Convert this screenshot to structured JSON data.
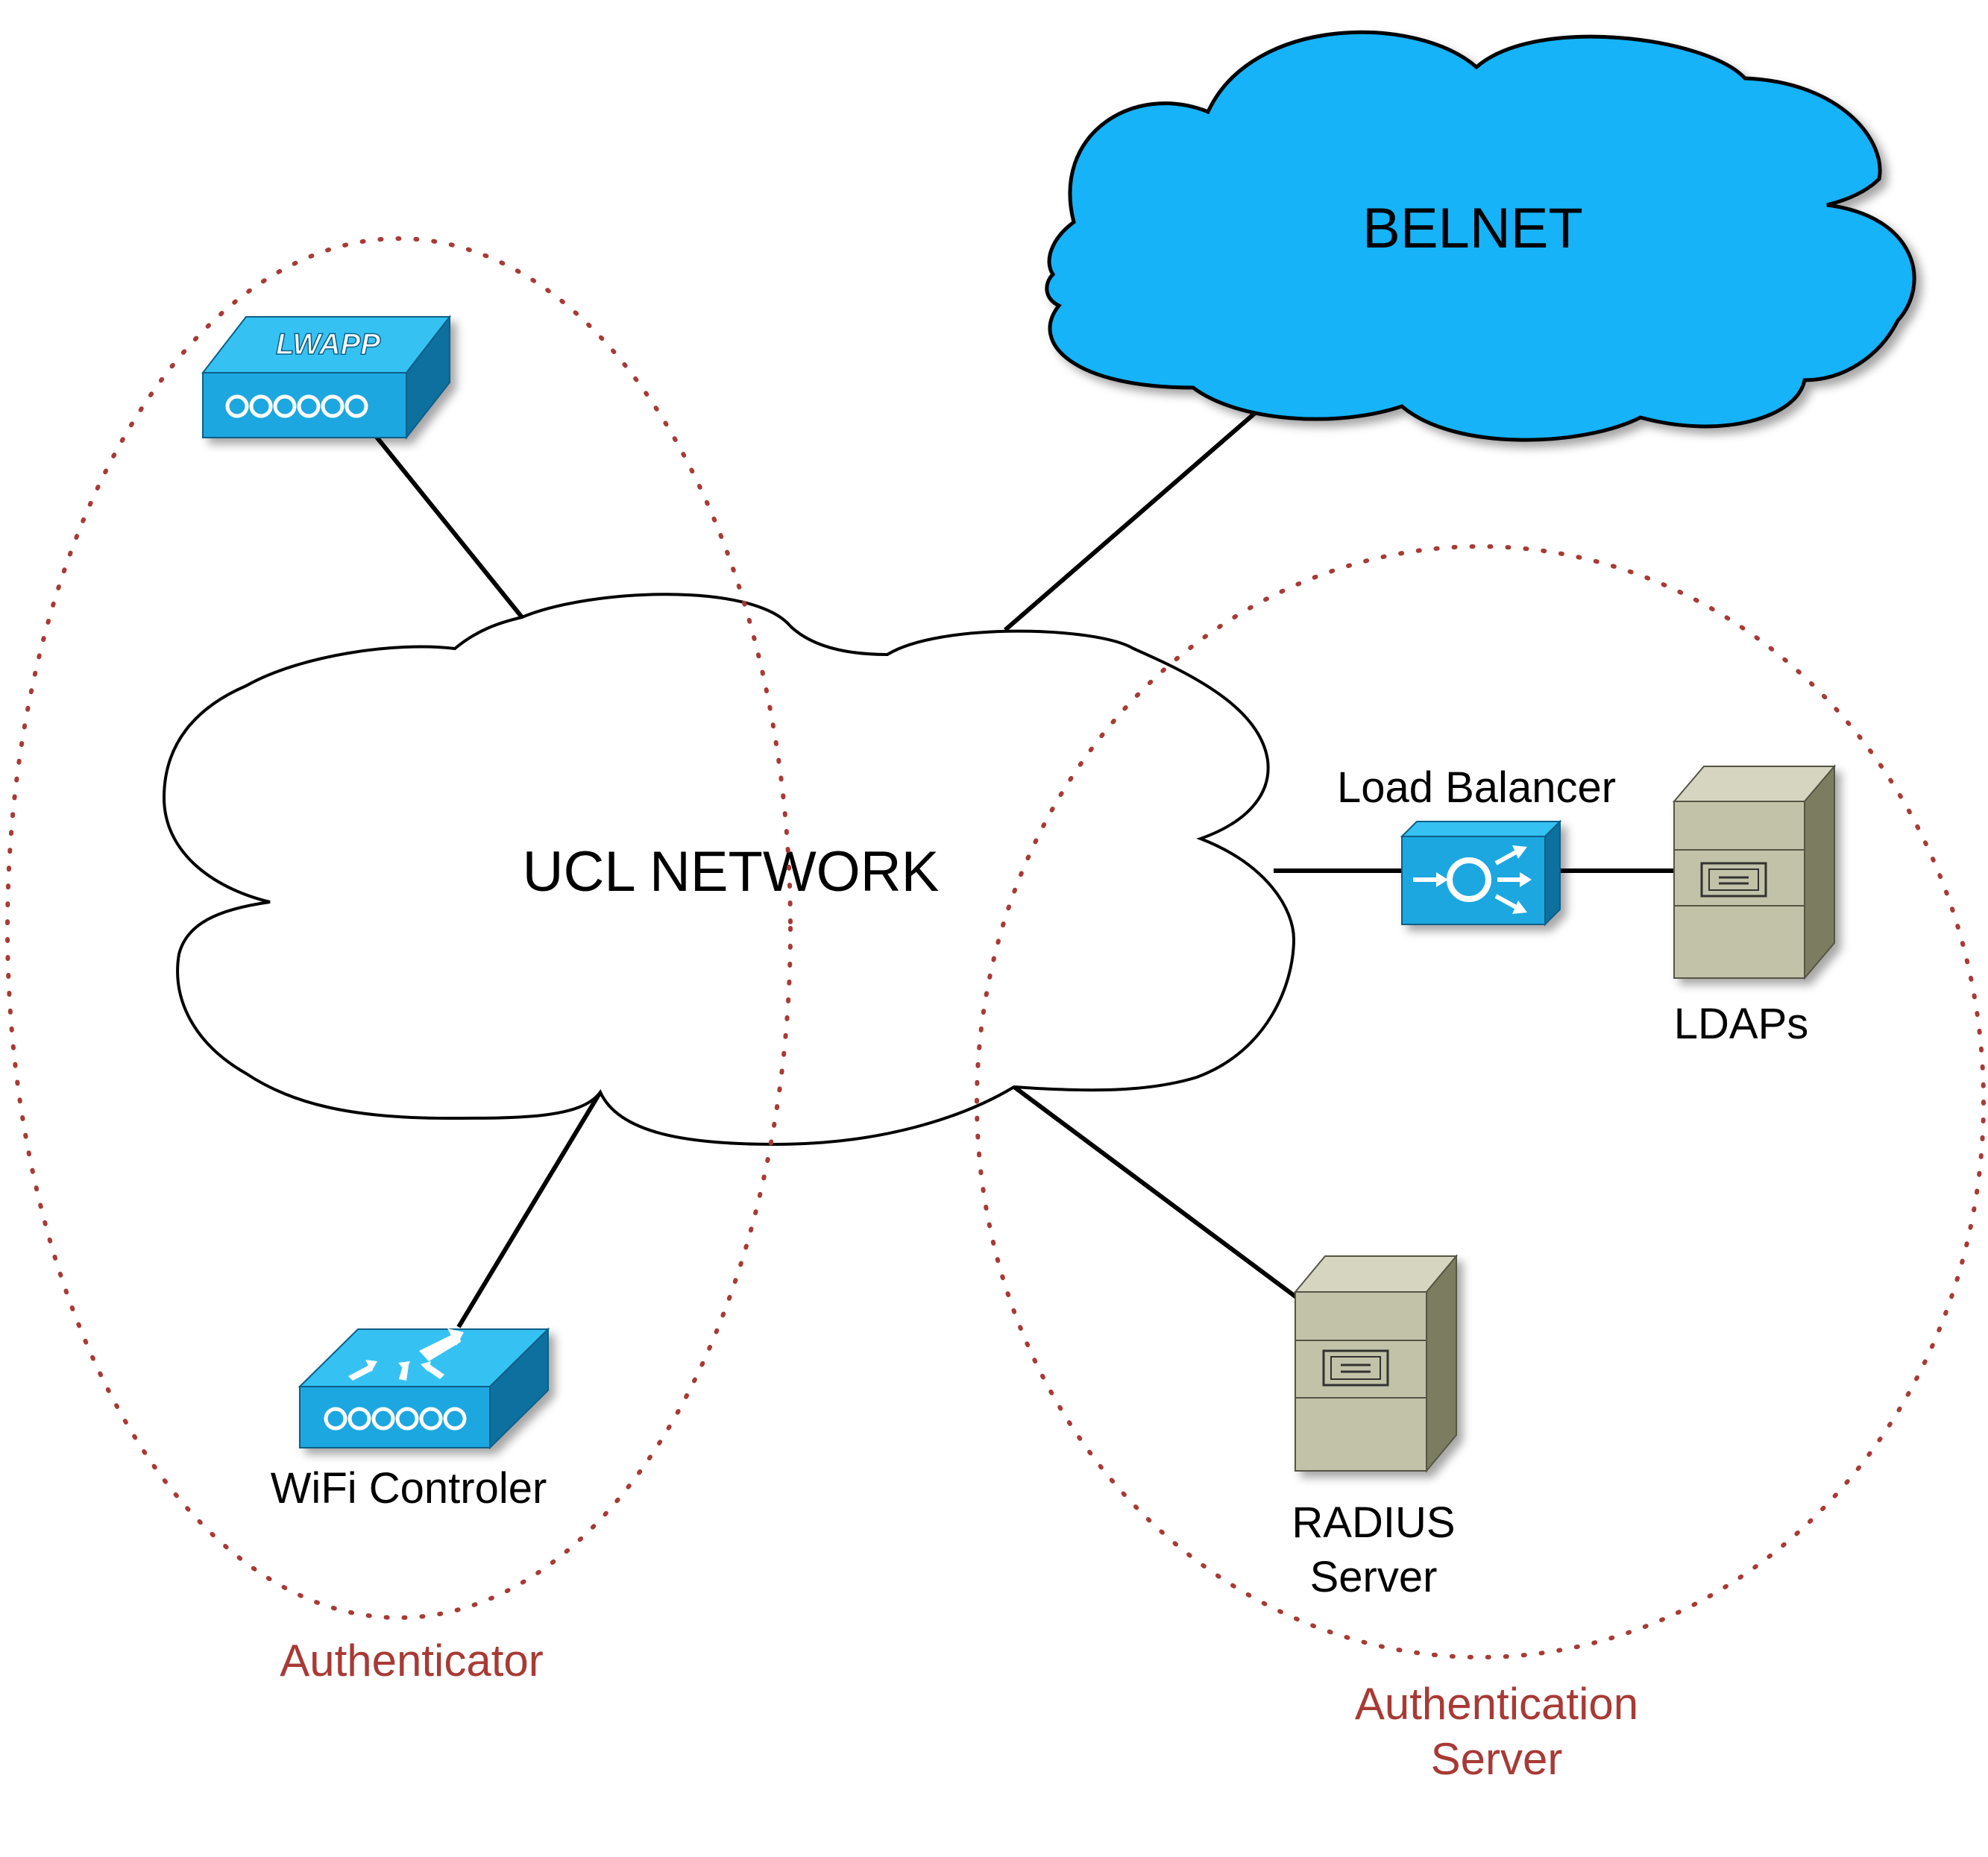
{
  "clouds": {
    "belnet": {
      "label": "BELNET",
      "fill": "#12b3f8"
    },
    "ucl": {
      "label": "UCL NETWORK",
      "fill": "#ffffff"
    }
  },
  "devices": {
    "lwapp": {
      "badge": "LWAPP",
      "icon": "lwapp-access-point-icon"
    },
    "wifi_controller": {
      "label": "WiFi Controler",
      "icon": "wireless-lan-controller-icon"
    },
    "load_balancer": {
      "label": "Load Balancer",
      "icon": "load-balancer-icon"
    },
    "ldaps": {
      "label": "LDAPs",
      "icon": "server-tower-icon"
    },
    "radius": {
      "label_line1": "RADIUS",
      "label_line2": "Server",
      "icon": "server-tower-icon"
    }
  },
  "groups": {
    "authenticator": {
      "label": "Authenticator"
    },
    "authentication_server": {
      "label_line1": "Authentication",
      "label_line2": "Server"
    }
  },
  "colors": {
    "device_blue": "#1aa7e0",
    "device_blue_dark": "#0a6f9e",
    "server_beige": "#c2c2a8",
    "server_dark": "#7c7c60",
    "boundary_red": "#a83a35",
    "link": "#000000"
  }
}
